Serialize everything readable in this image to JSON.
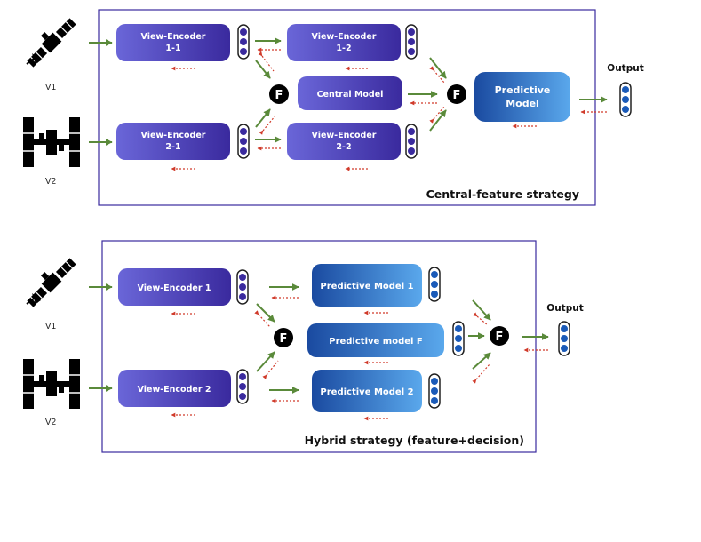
{
  "panel_central": {
    "title": "Central-feature strategy",
    "v1_label": "V1",
    "v2_label": "V2",
    "encoder_1_1": [
      "View-Encoder",
      "1-1"
    ],
    "encoder_1_2": [
      "View-Encoder",
      "1-2"
    ],
    "encoder_2_1": [
      "View-Encoder",
      "2-1"
    ],
    "encoder_2_2": [
      "View-Encoder",
      "2-2"
    ],
    "central_model": "Central Model",
    "predictive_model": [
      "Predictive",
      "Model"
    ],
    "fusion_symbol": "F",
    "output_label": "Output"
  },
  "panel_hybrid": {
    "title": "Hybrid strategy (feature+decision)",
    "v1_label": "V1",
    "v2_label": "V2",
    "encoder_1": "View-Encoder 1",
    "encoder_2": "View-Encoder 2",
    "predictive_1": "Predictive Model 1",
    "predictive_f": "Predictive model F",
    "predictive_2": "Predictive Model 2",
    "fusion_symbol": "F",
    "output_label": "Output"
  },
  "colors": {
    "encoder_dark": "#3a2a9e",
    "encoder_light": "#6a66d8",
    "predictive_dark": "#1a4aa0",
    "predictive_light": "#5aa8ec",
    "forward_arrow": "#5a8a3a",
    "backward_arrow": "#d03a2a",
    "frame": "#3a2a9e"
  }
}
